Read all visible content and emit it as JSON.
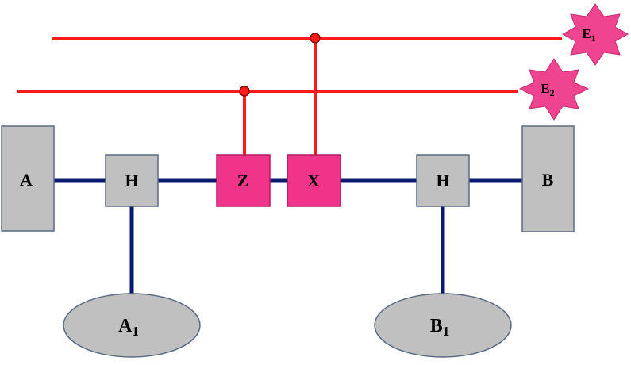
{
  "labels": {
    "A": "A",
    "B": "B",
    "H_left": "H",
    "H_right": "H",
    "Z": "Z",
    "X": "X",
    "A1_base": "A",
    "A1_sub": "1",
    "B1_base": "B",
    "B1_sub": "1",
    "E1_base": "E",
    "E1_sub": "1",
    "E2_base": "E",
    "E2_sub": "2"
  },
  "colors": {
    "gray_fill": "#c0c0c0",
    "node_stroke": "#5a6a80",
    "link": "#0a1a6e",
    "red_line": "#ff1a1a",
    "magenta": "#f0348a",
    "star": "#ef4590"
  }
}
